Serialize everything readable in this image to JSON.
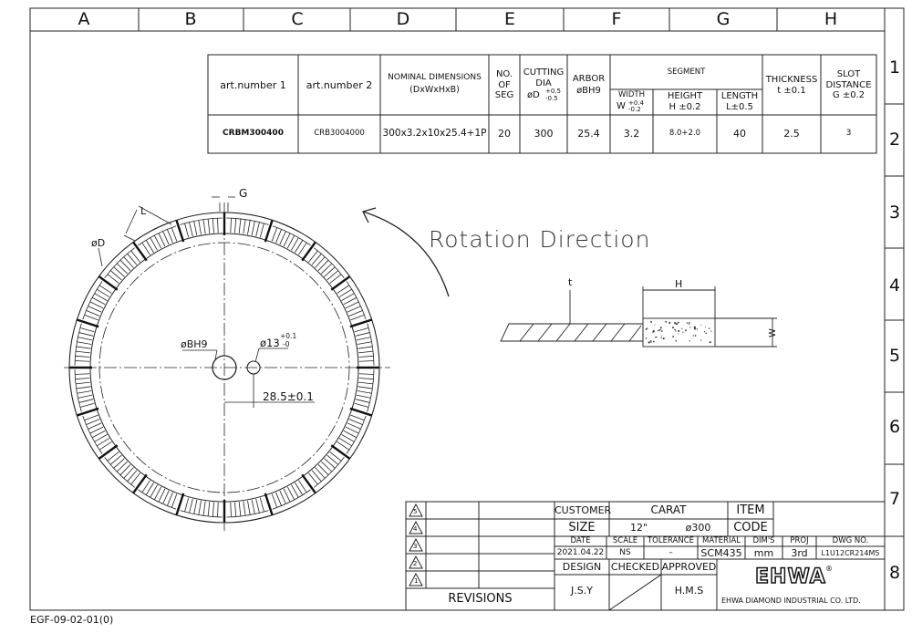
{
  "zones": {
    "columns": [
      "A",
      "B",
      "C",
      "D",
      "E",
      "F",
      "G",
      "H"
    ],
    "rows": [
      "1",
      "2",
      "3",
      "4",
      "5",
      "6",
      "7",
      "8"
    ]
  },
  "spec_table": {
    "h_art1": "art.number 1",
    "h_art2": "art.number 2",
    "h_nominal": "NOMINAL DIMENSIONS",
    "h_nominal_sub": "(DxWxHxB)",
    "h_seg_1": "NO.",
    "h_seg_2": "OF",
    "h_seg_3": "SEG",
    "h_cut_1": "CUTTING",
    "h_cut_2": "DIA",
    "h_cut_3": "øD",
    "h_cut_tol_up": "+0.5",
    "h_cut_tol_dn": "-0.5",
    "h_arbor_1": "ARBOR",
    "h_arbor_2": "øBH9",
    "h_segment": "SEGMENT",
    "h_width": "WIDTH",
    "h_width_sym": "W",
    "h_width_tol_up": "+0.4",
    "h_width_tol_dn": "-0.2",
    "h_height": "HEIGHT",
    "h_height_sub": "H ±0.2",
    "h_length": "LENGTH",
    "h_length_sub": "L±0.5",
    "h_thick": "THICKNESS",
    "h_thick_sub": "t ±0.1",
    "h_slot_1": "SLOT",
    "h_slot_2": "DISTANCE",
    "h_slot_3": "G ±0.2",
    "row": {
      "art1": "CRBM300400",
      "art2": "CRB3004000",
      "nominal": "300x3.2x10x25.4+1P",
      "seg": "20",
      "cut": "300",
      "arbor": "25.4",
      "width": "3.2",
      "height": "8.0+2.0",
      "length": "40",
      "thick": "2.5",
      "slot": "3"
    }
  },
  "drawing": {
    "label_g": "G",
    "label_l": "L",
    "label_d": "øD",
    "label_bore": "øBH9",
    "label_hole": "ø13",
    "label_hole_tol_up": "+0.1",
    "label_hole_tol_dn": "-0",
    "label_offset": "28.5±0.1",
    "rotation": "Rotation Direction",
    "section_t": "t",
    "section_h": "H",
    "section_w": "W",
    "segment_count": 20
  },
  "title_block": {
    "rev_marks": [
      "5",
      "4",
      "3",
      "2",
      "1"
    ],
    "revisions": "REVISIONS",
    "customer_lbl": "CUSTOMER",
    "customer": "CARAT",
    "item_lbl": "ITEM",
    "size_lbl": "SIZE",
    "size": "12\"",
    "size_dia": "ø300",
    "code_lbl": "CODE",
    "date_lbl": "DATE",
    "scale_lbl": "SCALE",
    "tol_lbl": "TOLERANCE",
    "mat_lbl": "MATERIAL",
    "dims_lbl": "DIM'S",
    "proj_lbl": "PROJ",
    "dwg_lbl": "DWG NO.",
    "date": "2021.04.22",
    "scale": "NS",
    "tol": "–",
    "mat": "SCM435",
    "dims": "mm",
    "proj": "3rd",
    "dwg": "L1U12CR214M5",
    "design_lbl": "DESIGN",
    "checked_lbl": "CHECKED",
    "approved_lbl": "APPROVED",
    "design": "J.S.Y",
    "approved": "H.M.S",
    "logo": "EHWA",
    "company": "EHWA DIAMOND INDUSTRIAL CO. LTD."
  },
  "form_code": "EGF-09-02-01(0)"
}
